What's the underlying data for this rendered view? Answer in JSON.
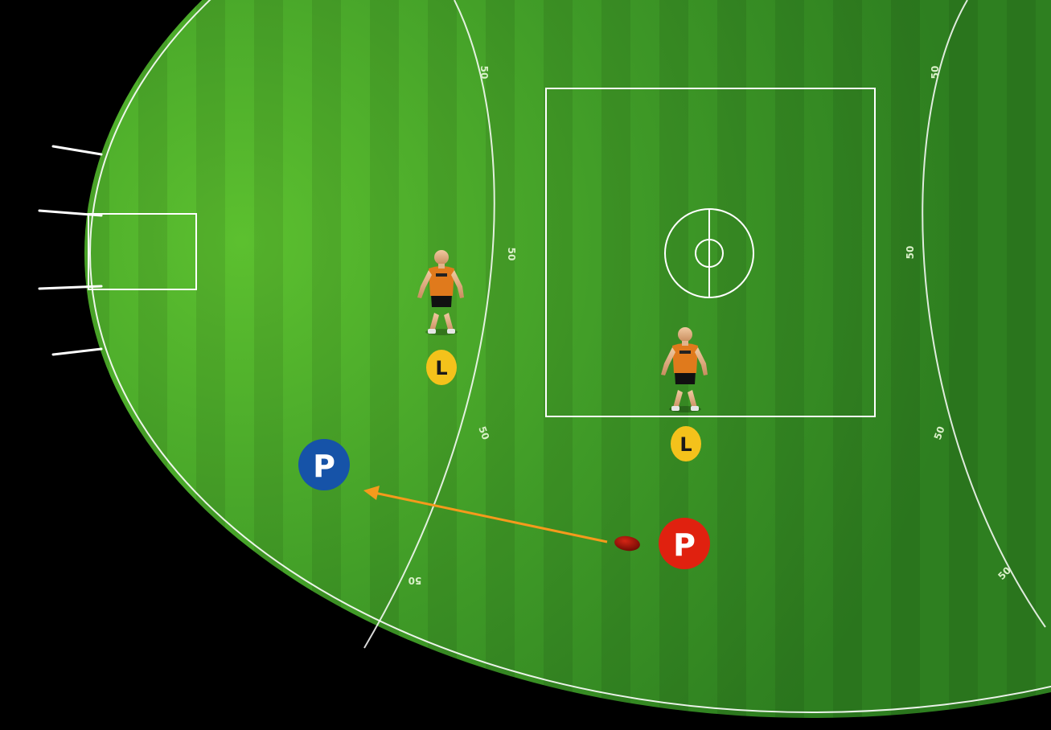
{
  "diagram": {
    "arc_markings": [
      "50",
      "50",
      "50",
      "50",
      "50",
      "50",
      "50",
      "50"
    ],
    "tokens": {
      "leader_a": "L",
      "leader_b": "L",
      "player_blue": "P",
      "player_red": "P"
    },
    "colors": {
      "background": "#000000",
      "grass_light": "#5cc02f",
      "grass_dark": "#2f8422",
      "lines": "#ffffff",
      "leader_token": "#f4c21b",
      "blue_token": "#1653a8",
      "red_token": "#e0210f",
      "pass_arrow": "#f59a1c",
      "ball": "#a51208",
      "player_jersey": "#e07a1c"
    },
    "icons": {
      "player": "player-figure-icon",
      "ball": "football-icon",
      "goal_post": "goal-post-icon"
    }
  }
}
